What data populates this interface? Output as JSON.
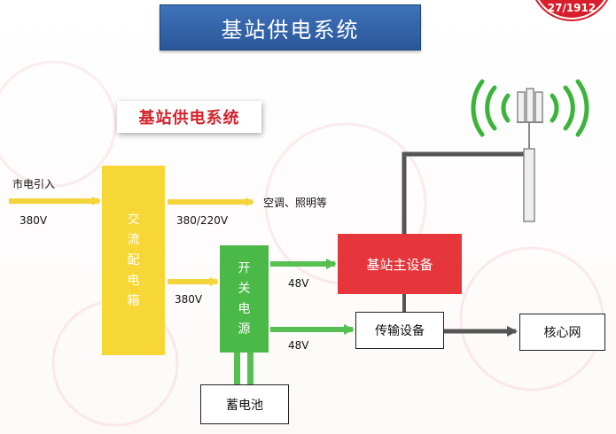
{
  "header": {
    "title": "基站供电系统"
  },
  "subtitle": "基站供电系统",
  "seal_text": "27/1912",
  "labels": {
    "mains_input": "市电引入",
    "mains_voltage": "380V",
    "ac_output_voltage": "380/220V",
    "ac_loads": "空调、照明等",
    "switch_input_voltage": "380V",
    "dc_to_base_station": "48V",
    "dc_to_transmission": "48V"
  },
  "boxes": {
    "ac_distribution": [
      "交",
      "流",
      "配",
      "电",
      "箱"
    ],
    "switching_power": [
      "开",
      "关",
      "电",
      "源"
    ],
    "base_station": "基站主设备",
    "transmission": "传输设备",
    "core_network": "核心网",
    "battery": "蓄电池"
  },
  "colors": {
    "banner": "#2f62a8",
    "ac_box": "#f7d736",
    "switch_box": "#4ab948",
    "base_station_box": "#e6363c",
    "yellow_arrow": "#f3d43a",
    "green_arrow": "#56bf52",
    "connector": "#555555",
    "signal": "#3cb43c"
  },
  "icons": [
    "antenna-tower-icon",
    "signal-wave-icon"
  ]
}
